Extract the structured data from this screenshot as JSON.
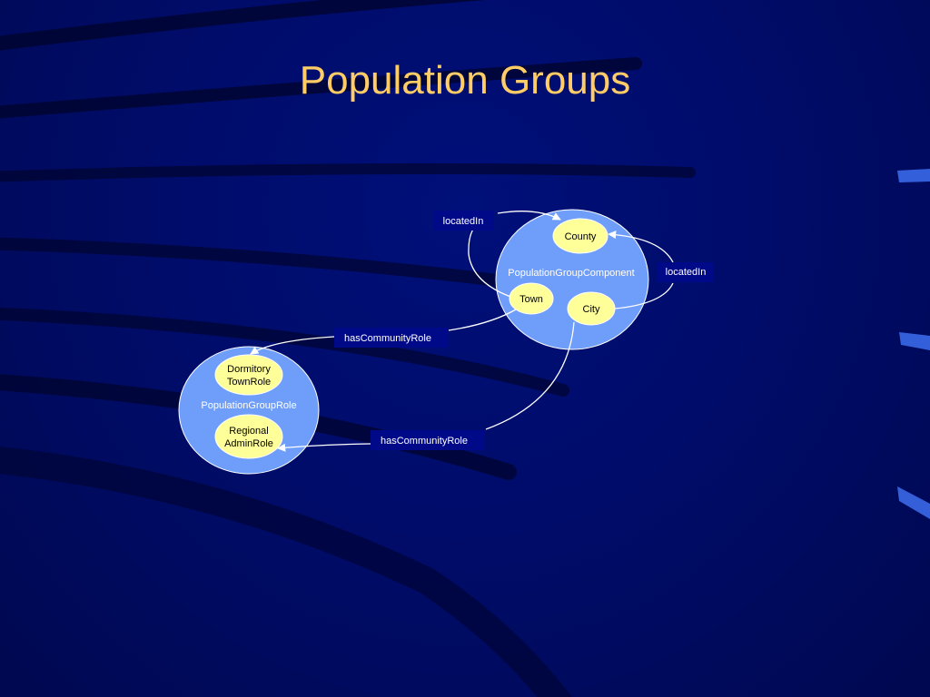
{
  "slide": {
    "title": "Population Groups"
  },
  "diagram": {
    "groups": {
      "component": "PopulationGroupComponent",
      "role": "PopulationGroupRole"
    },
    "nodes": {
      "county": "County",
      "town": "Town",
      "city": "City",
      "dormitory_line1": "Dormitory",
      "dormitory_line2": "TownRole",
      "regional_line1": "Regional",
      "regional_line2": "AdminRole"
    },
    "edges": {
      "town_located_in": "locatedIn",
      "city_located_in": "locatedIn",
      "town_has_role": "hasCommunityRole",
      "city_has_role": "hasCommunityRole"
    }
  },
  "colors": {
    "background": "#000c6a",
    "title": "#ffcc66",
    "group_fill": "#6f9dfa",
    "node_fill": "#ffff99",
    "label_box": "#000a88",
    "line": "#ffffff"
  }
}
